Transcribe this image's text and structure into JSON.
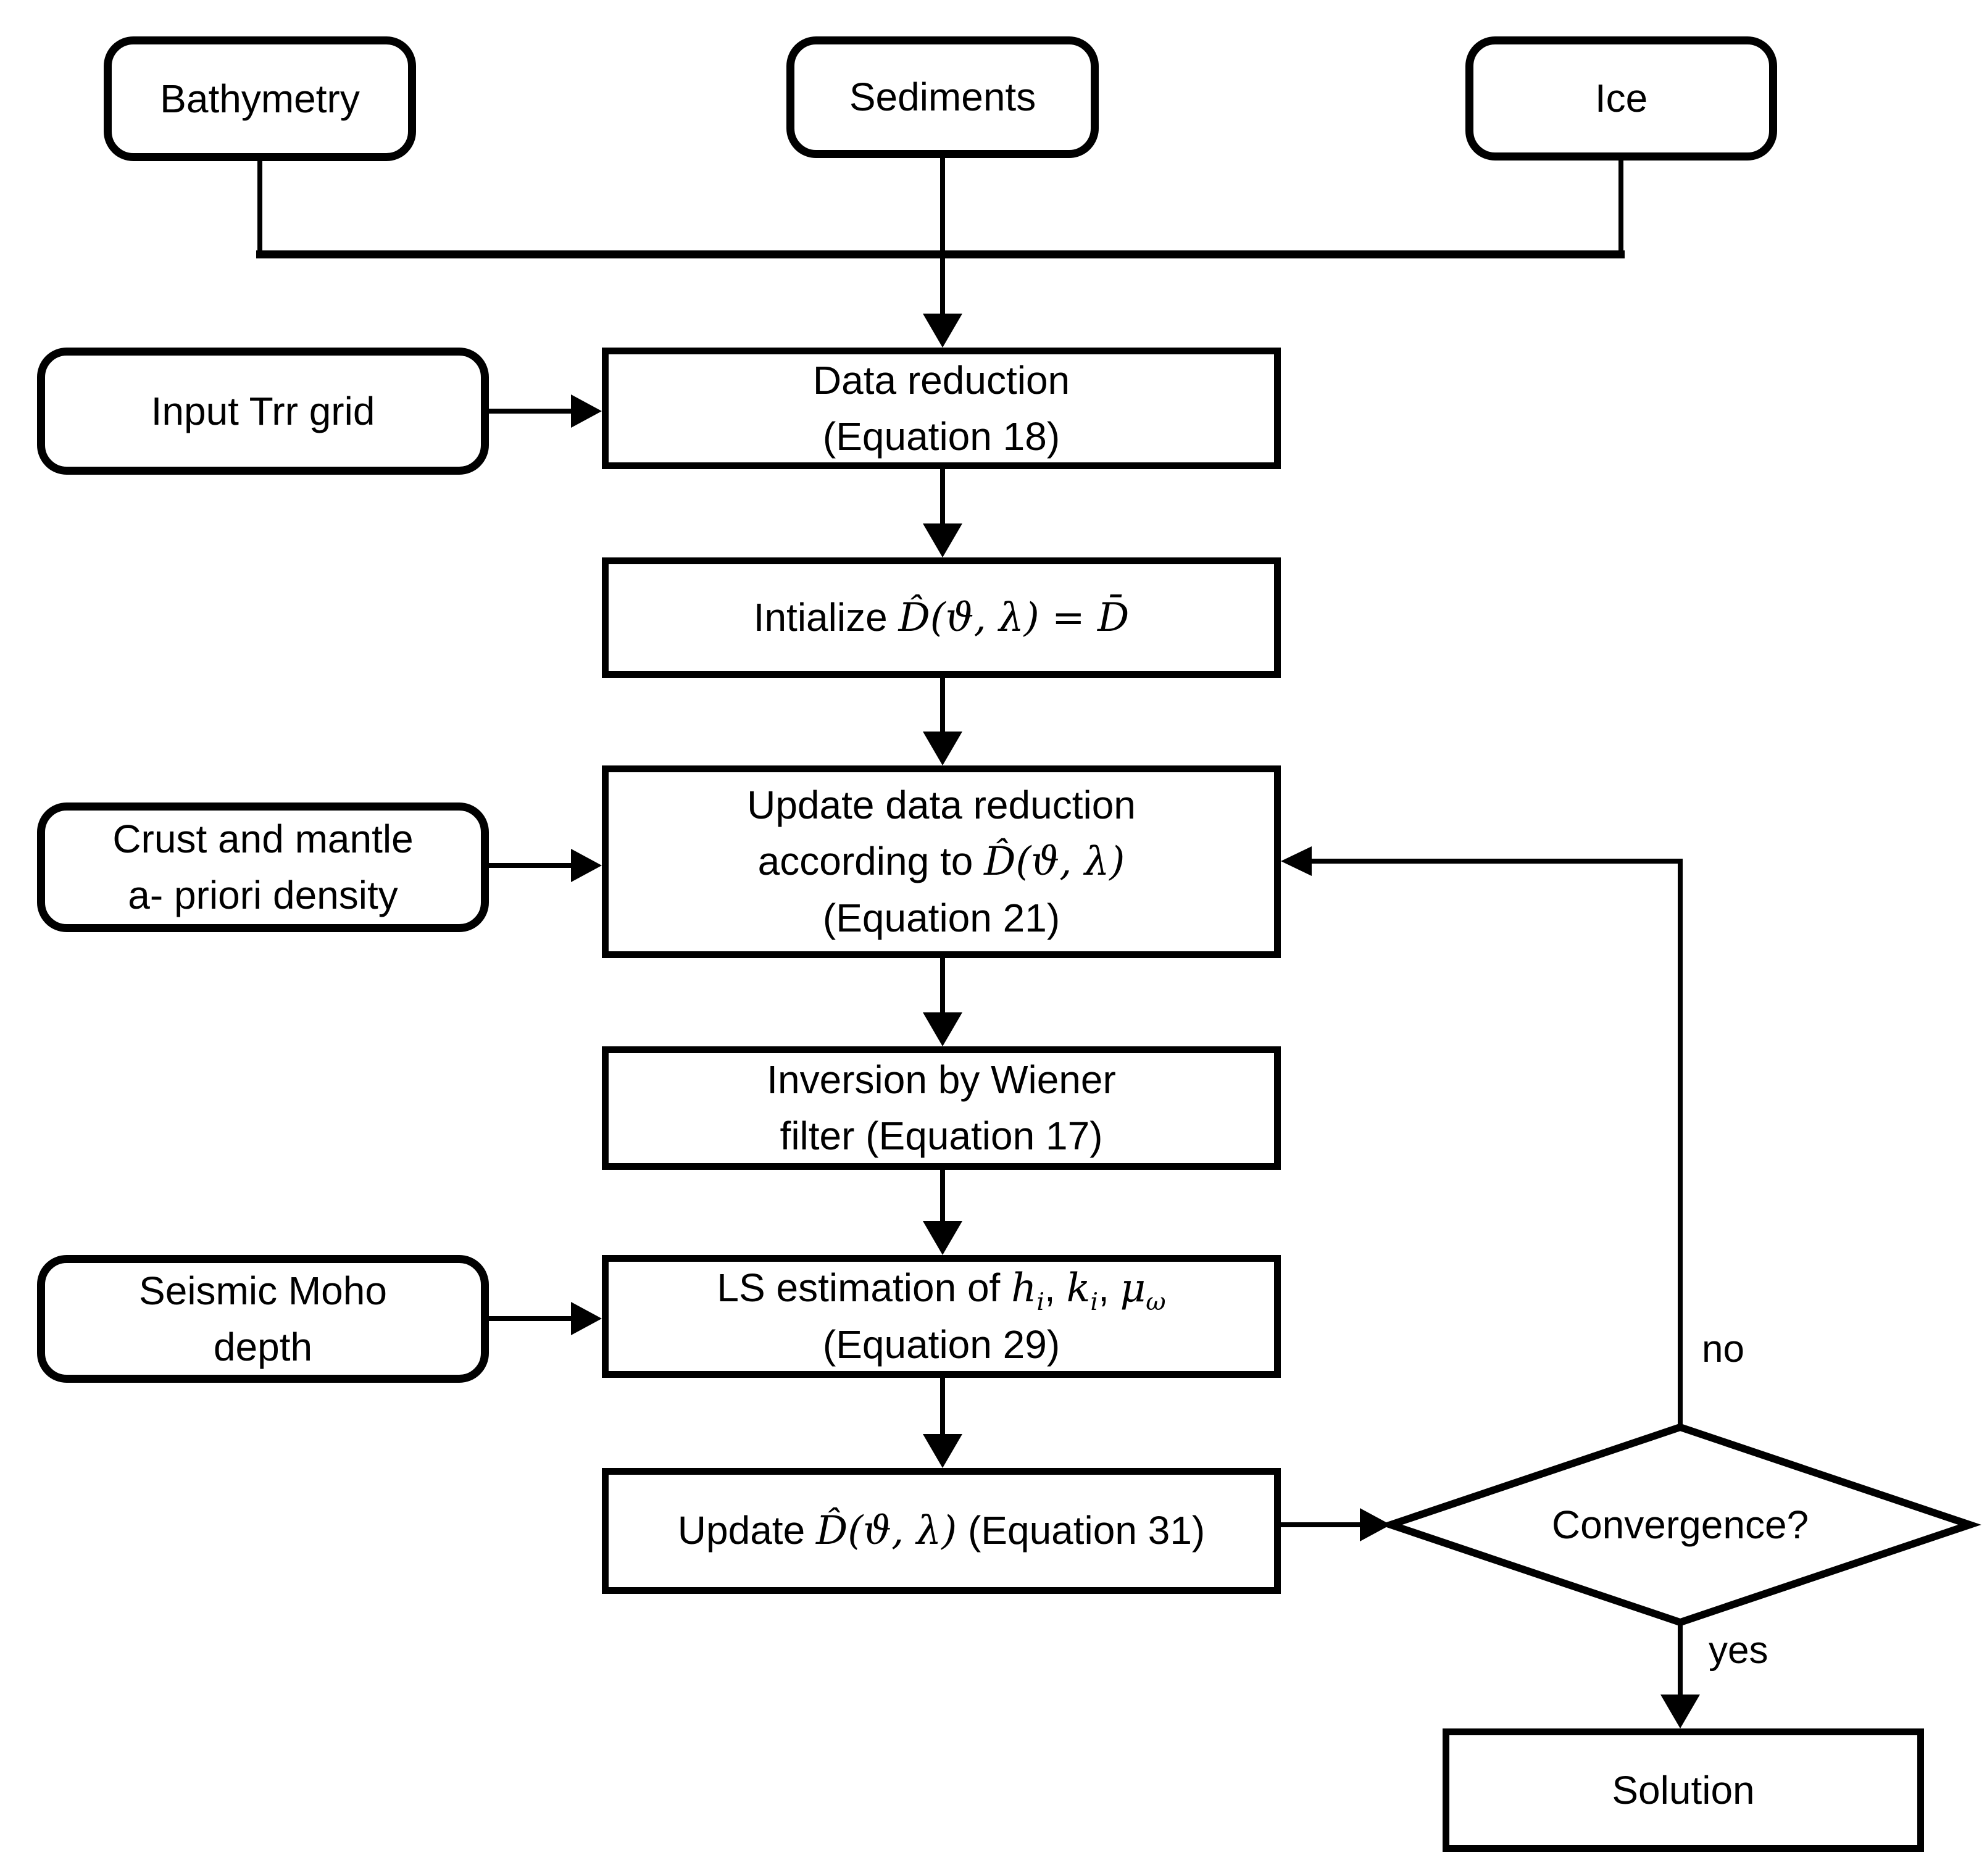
{
  "colors": {
    "background": "#ffffff",
    "line": "#000000",
    "text": "#000000"
  },
  "inputs": {
    "bathymetry": {
      "label": "Bathymetry"
    },
    "sediments": {
      "label": "Sediments"
    },
    "ice": {
      "label": "Ice"
    },
    "input_trr": {
      "label": "Input Trr grid"
    },
    "crust": {
      "lines": [
        "Crust and mantle",
        "a- priori density"
      ]
    },
    "seismic": {
      "lines": [
        "Seismic Moho",
        "depth"
      ]
    }
  },
  "process": {
    "data_reduction": {
      "lines": [
        "Data reduction",
        "(Equation 18)"
      ]
    },
    "initialize": {
      "parts": [
        {
          "text": "Intialize ",
          "math": false
        },
        {
          "text": "D̂(ϑ, λ) = D̄",
          "math": true
        }
      ]
    },
    "update21": {
      "line1": "Update data reduction",
      "line2_parts": [
        {
          "text": "according to ",
          "math": false
        },
        {
          "text": "D̂(ϑ, λ)",
          "math": true
        }
      ],
      "line3": "(Equation 21)"
    },
    "inversion": {
      "lines": [
        "Inversion by Wiener",
        "filter (Equation 17)"
      ]
    },
    "ls": {
      "line1_parts": [
        {
          "text": "LS estimation of ",
          "math": false
        },
        {
          "text": "h",
          "math": true,
          "sub": "i"
        },
        {
          "text": ", ",
          "math": false
        },
        {
          "text": "k",
          "math": true,
          "sub": "i"
        },
        {
          "text": ", ",
          "math": false
        },
        {
          "text": "μ",
          "math": true,
          "sub": "ω"
        }
      ],
      "line2": "(Equation 29)"
    },
    "update31": {
      "parts": [
        {
          "text": "Update ",
          "math": false
        },
        {
          "text": "D̂(ϑ, λ)",
          "math": true
        },
        {
          "text": " (Equation 31)",
          "math": false
        }
      ]
    }
  },
  "decision": {
    "label": "Convergence?",
    "no_label": "no",
    "yes_label": "yes"
  },
  "output": {
    "solution": {
      "label": "Solution"
    }
  }
}
